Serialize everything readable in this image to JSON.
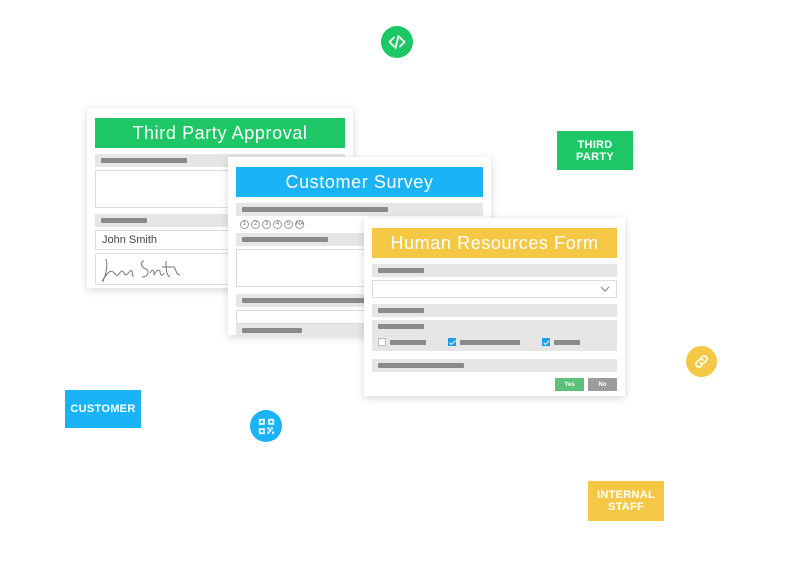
{
  "colors": {
    "green": "#1ec765",
    "blue": "#1ab3f5",
    "yellow": "#f4c844",
    "check_blue": "#1e9de8",
    "yes_green": "#5cc17a",
    "no_gray": "#9c9c9c"
  },
  "icons": {
    "code": "code-icon",
    "link": "link-icon",
    "qr": "qr-code-icon"
  },
  "tags": {
    "third_party": "THIRD PARTY",
    "customer": "CUSTOMER",
    "internal_staff": "INTERNAL STAFF"
  },
  "third_party_form": {
    "title": "Third Party Approval",
    "name_value": "John Smith"
  },
  "customer_survey_form": {
    "title": "Customer Survey",
    "rating_options": [
      "1",
      "2",
      "3",
      "4",
      "5",
      "NA"
    ]
  },
  "hr_form": {
    "title": "Human Resources Form",
    "checkboxes": [
      true,
      true,
      true
    ],
    "yes_label": "Yes",
    "no_label": "No"
  }
}
